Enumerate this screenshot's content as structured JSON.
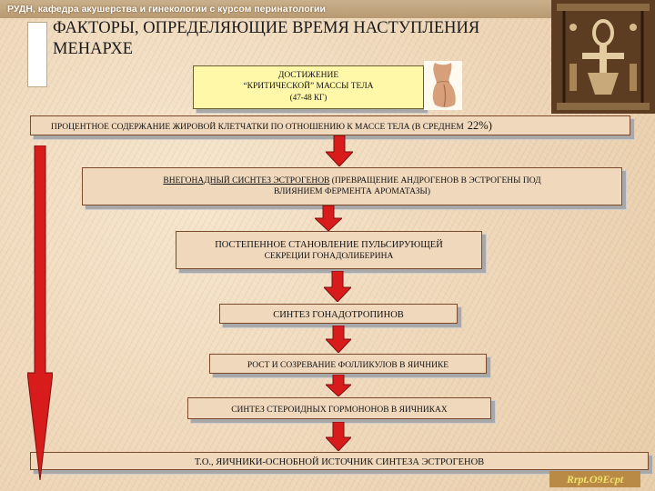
{
  "header": {
    "text": "РУДН, кафедра акушерства и гинекологии с курсом перинатологии"
  },
  "title": {
    "line1": "ФАКТОРЫ, ОПРЕДЕЛЯЮЩИЕ ВРЕМЯ НАСТУПЛЕНИЯ",
    "line2": "МЕНАРХЕ"
  },
  "colors": {
    "box_fill": "#f0d8bd",
    "highlight_box": "#fff8a8",
    "arrow": "#d81c1c",
    "border": "#7a4a2a"
  },
  "boxes": {
    "critical_mass": {
      "line1": "ДОСТИЖЕНИЕ",
      "line2": "“КРИТИЧЕСКОЙ” МАССЫ ТЕЛА",
      "line3": "(47-48 КГ)"
    },
    "fat_percent": {
      "text": "ПРОЦЕНТНОЕ СОДЕРЖАНИЕ ЖИРОВОЙ КЛЕТЧАТКИ ПО ОТНОШЕНИЮ К МАССЕ ТЕЛА (В СРЕДНЕМ",
      "value": "22%)"
    },
    "extragonadal": {
      "underlined": "ВНЕГОНАДНЫЙ СИСНТЕЗ ЭСТРОГЕНОВ",
      "rest": " (ПРЕВРАЩЕНИЕ АНДРОГЕНОВ В ЭСТРОГЕНЫ ПОД",
      "line2": "ВЛИЯНИЕМ ФЕРМЕНТА АРОМАТАЗЫ)"
    },
    "gnrh": {
      "line1": "ПОСТЕПЕННОЕ СТАНОВЛЕНИЕ ПУЛЬСИРУЮЩЕЙ",
      "line2": "СЕКРЕЦИИ ГОНАДОЛИБЕРИНА"
    },
    "gonadotropins": {
      "text": "СИНТЕЗ ГОНАДОТРОПИНОВ"
    },
    "follicles": {
      "text": "РОСТ И СОЗРЕВАНИЕ ФОЛЛИКУЛОВ В ЯИЧНИКЕ"
    },
    "steroids": {
      "text": "СИНТЕЗ СТЕРОИДНЫХ ГОРМОНОНОВ В ЯИЧНИКАХ"
    },
    "conclusion": {
      "text": "Т.О., ЯИЧНИКИ-ОСНОБНОЙ ИСТОЧНИК СИНТЕЗА ЭСТРОГЕНОВ"
    }
  },
  "footer": {
    "link_text": "Rrpt.O9Ecpt"
  }
}
